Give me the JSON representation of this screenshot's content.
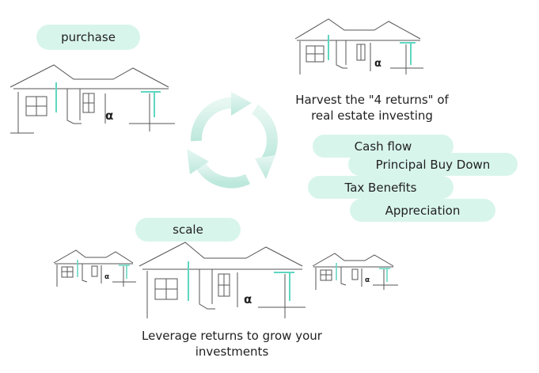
{
  "stages": {
    "purchase": "purchase",
    "harvest": "Harvest the \"4 returns\" of real estate investing",
    "scale": "scale",
    "scale_caption": "Leverage returns to grow your investments"
  },
  "returns": [
    "Cash flow",
    "Principal Buy Down",
    "Tax Benefits",
    "Appreciation"
  ],
  "house_logo": "α",
  "colors": {
    "pill": "#d8f5ec",
    "accent": "#5fd6c0",
    "cycle": "#cfeee6",
    "line": "#555555"
  },
  "icons": [
    "house-icon",
    "cycle-arrows-icon"
  ]
}
